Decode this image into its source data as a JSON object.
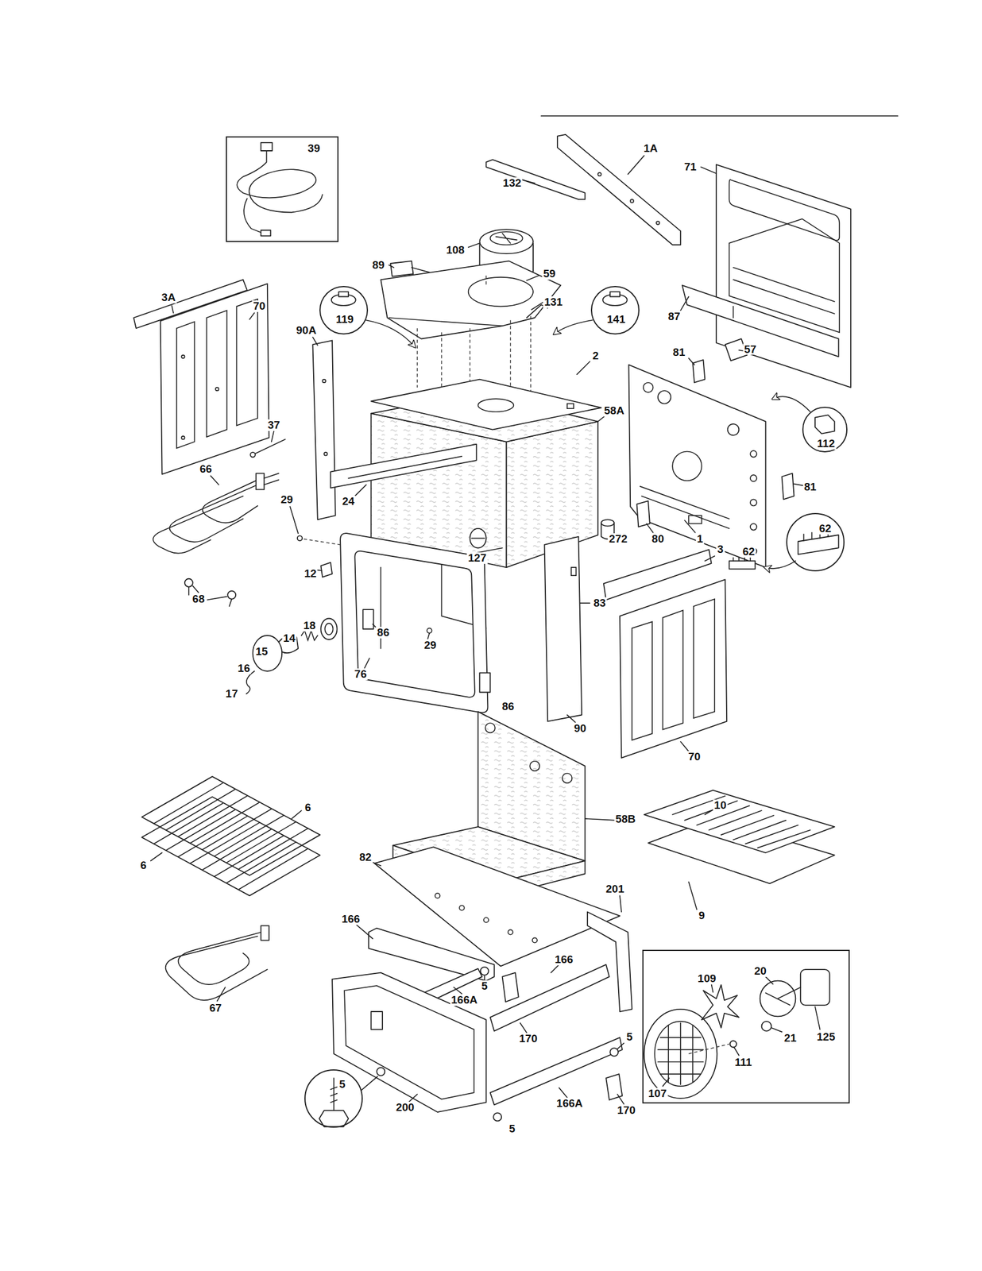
{
  "diagram": {
    "nodes": [
      {
        "text": [
          "39"
        ]
      },
      {
        "text": [
          "119"
        ]
      },
      {
        "text": [
          "141"
        ]
      },
      {
        "text": [
          "112"
        ]
      },
      {
        "text": [
          "62"
        ]
      },
      {
        "text": [
          "5"
        ]
      },
      {
        "text": [
          "109",
          "20",
          "21",
          "125",
          "111",
          "107"
        ]
      }
    ],
    "labels": [
      "1A",
      "132",
      "71",
      "108",
      "89",
      "59",
      "131",
      "3A",
      "70",
      "90A",
      "87",
      "2",
      "81",
      "57",
      "58A",
      "37",
      "66",
      "24",
      "29",
      "81",
      "272",
      "80",
      "1",
      "3",
      "62",
      "127",
      "12",
      "68",
      "18",
      "14",
      "86",
      "29",
      "15",
      "16",
      "76",
      "83",
      "17",
      "86",
      "90",
      "70",
      "6",
      "6",
      "58B",
      "10",
      "82",
      "201",
      "9",
      "166",
      "166",
      "67",
      "5",
      "166A",
      "170",
      "5",
      "200",
      "166A",
      "170",
      "5"
    ]
  }
}
